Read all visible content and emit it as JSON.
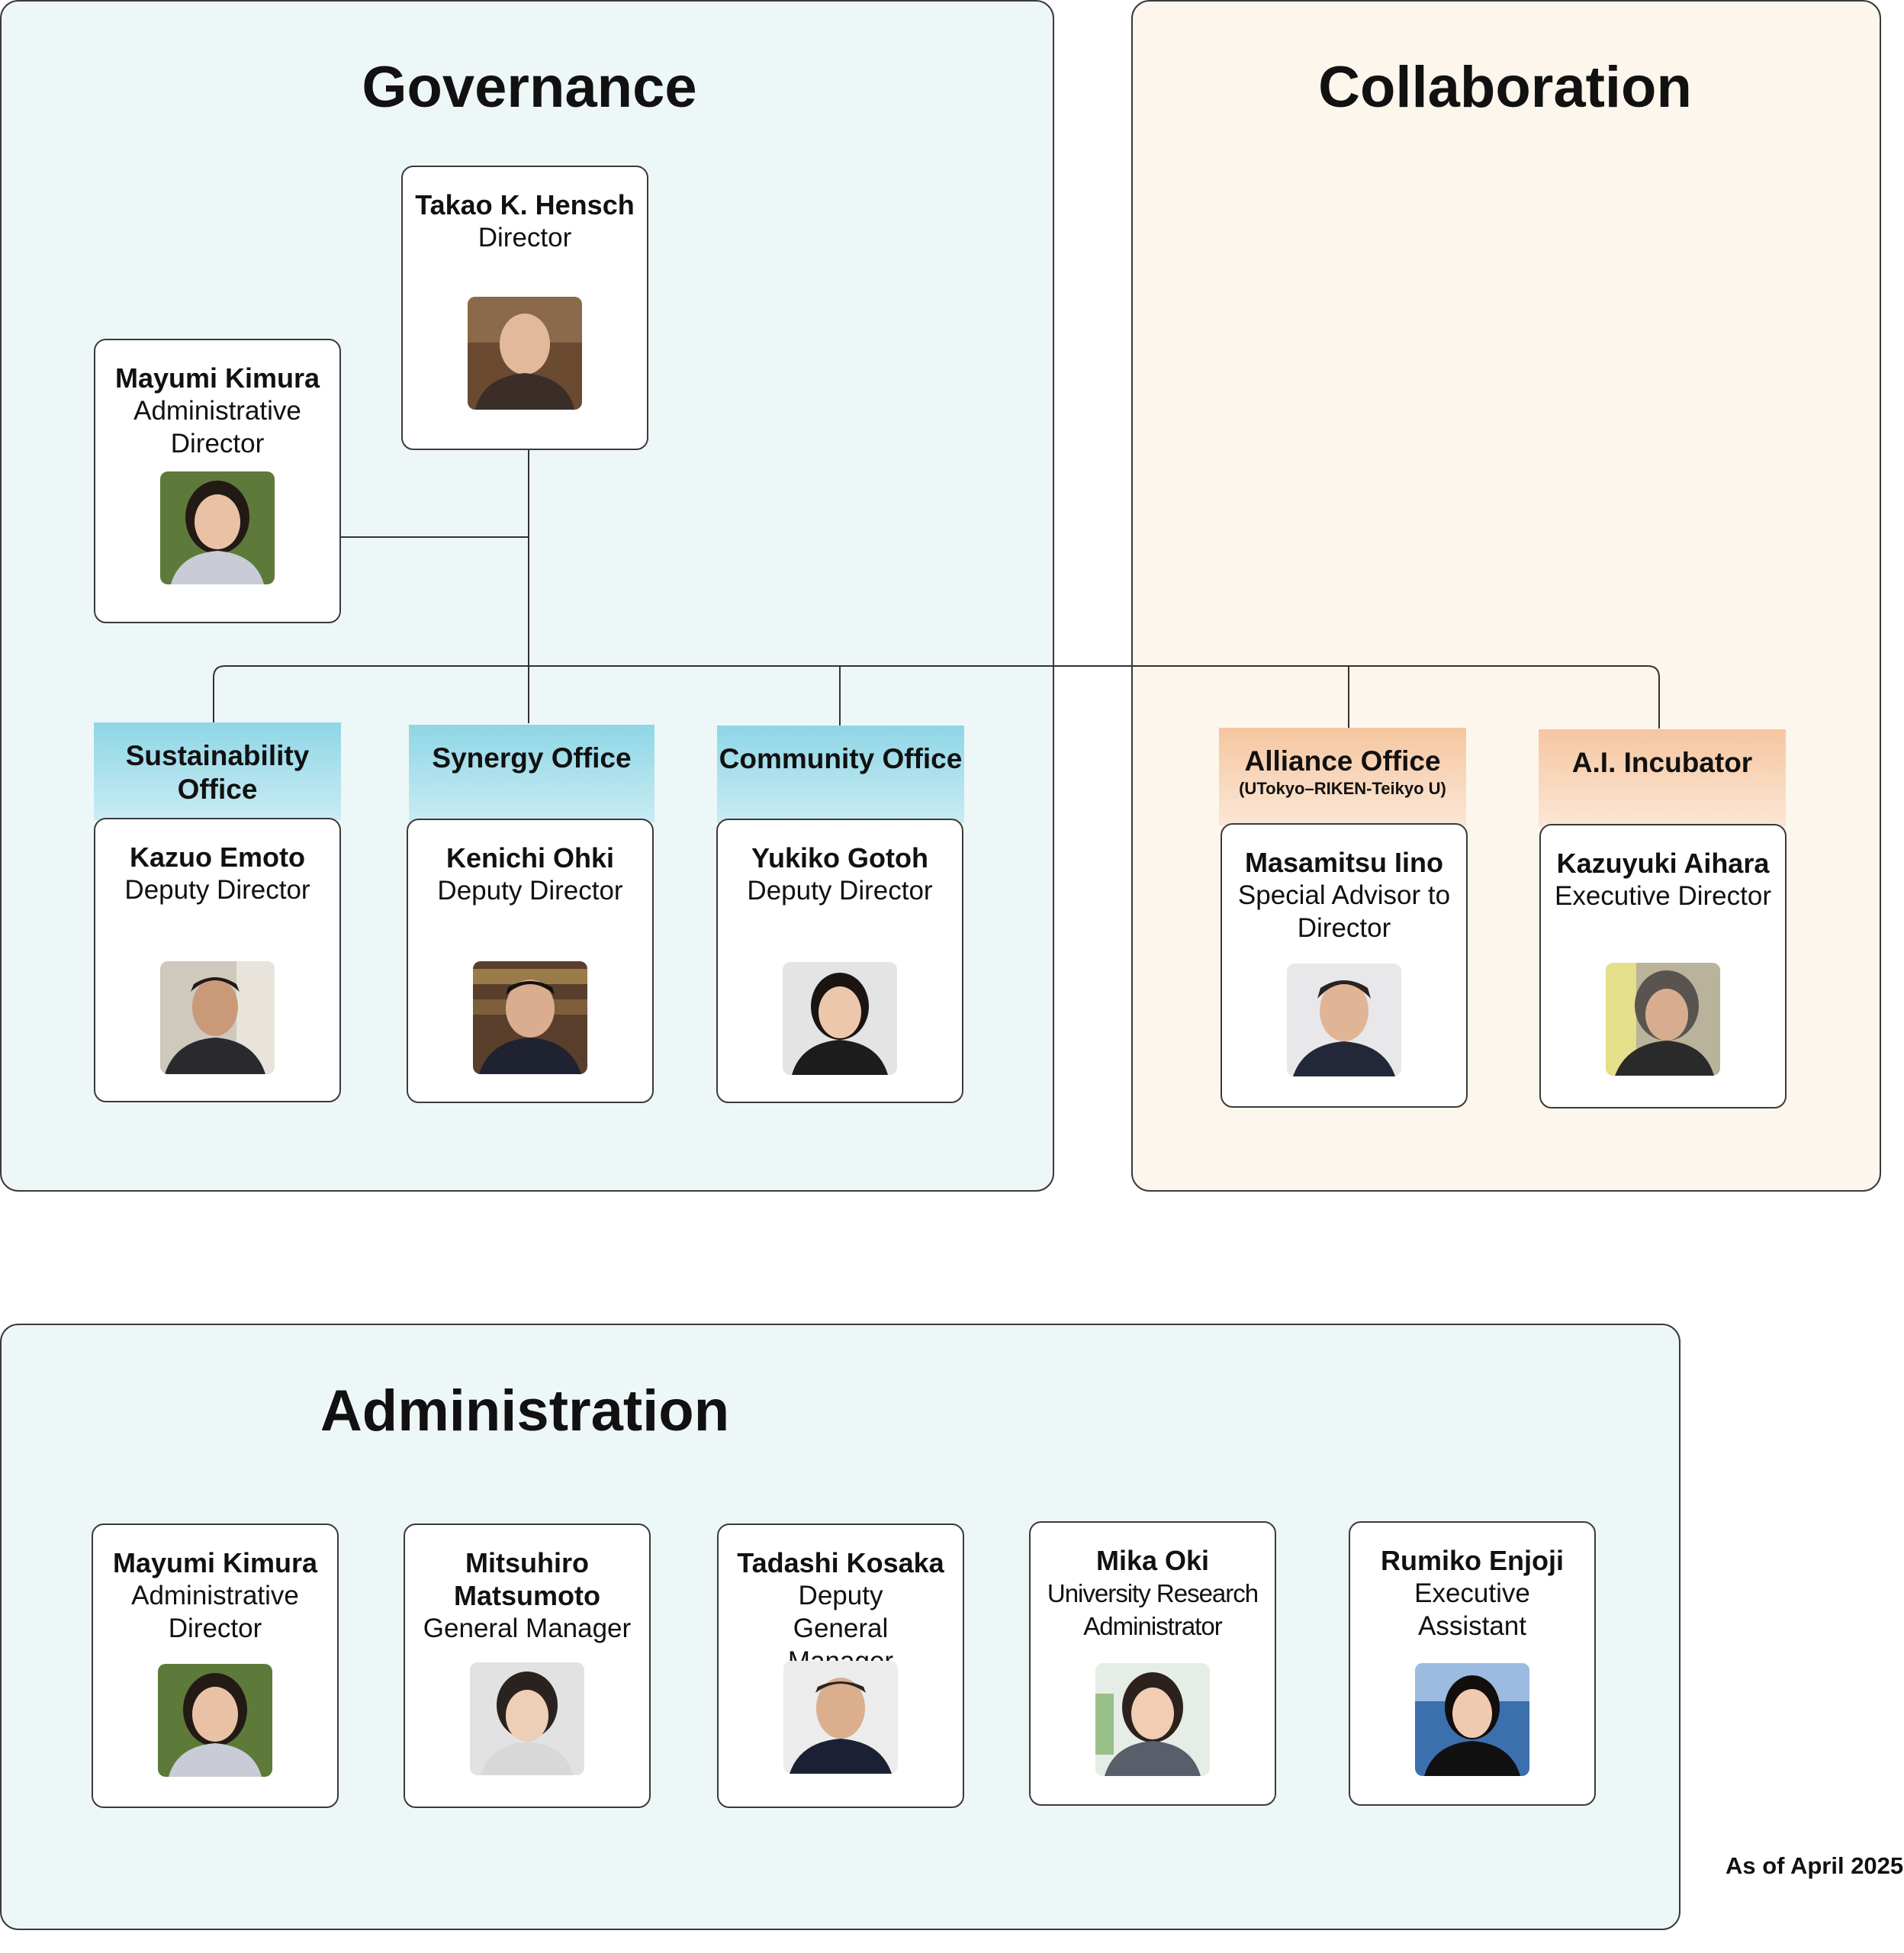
{
  "panels": {
    "governance": {
      "title": "Governance"
    },
    "collaboration": {
      "title": "Collaboration"
    },
    "administration": {
      "title": "Administration"
    }
  },
  "governance": {
    "director": {
      "name": "Takao K. Hensch",
      "role": "Director"
    },
    "admin_director": {
      "name": "Mayumi Kimura",
      "role": "Administrative Director"
    },
    "offices": [
      {
        "title": "Sustainability Office",
        "name": "Kazuo Emoto",
        "role": "Deputy Director"
      },
      {
        "title": "Synergy Office",
        "name": "Kenichi Ohki",
        "role": "Deputy Director"
      },
      {
        "title": "Community Office",
        "name": "Yukiko Gotoh",
        "role": "Deputy Director"
      }
    ]
  },
  "collaboration": {
    "offices": [
      {
        "title": "Alliance  Office",
        "subtitle": "(UTokyo–RIKEN-Teikyo U)",
        "name": "Masamitsu Iino",
        "role": "Special Advisor to Director"
      },
      {
        "title": "A.I. Incubator",
        "name": "Kazuyuki Aihara",
        "role": "Executive Director"
      }
    ]
  },
  "administration": {
    "members": [
      {
        "name": "Mayumi Kimura",
        "role": "Administrative Director"
      },
      {
        "name": "Mitsuhiro Matsumoto",
        "role": "General Manager"
      },
      {
        "name": "Tadashi Kosaka",
        "role": "Deputy General Manager"
      },
      {
        "name": "Mika Oki",
        "role": "University Research Administrator"
      },
      {
        "name": "Rumiko Enjoji",
        "role": "Executive Assistant"
      }
    ]
  },
  "footnote": "As of April 2025"
}
